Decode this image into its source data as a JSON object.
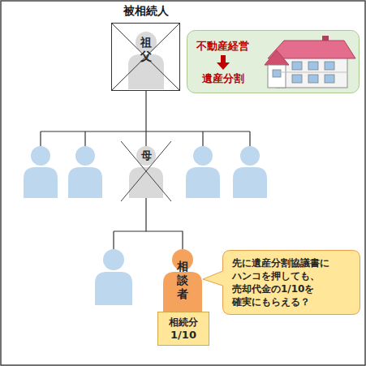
{
  "diagram": {
    "nodes": [
      {
        "text": [
          "被相続人"
        ]
      },
      {
        "text": [
          "祖父"
        ],
        "in": 0
      },
      {
        "text": [
          "不動産経営",
          "遺産分割"
        ]
      },
      {
        "text": [
          "母"
        ]
      },
      {
        "text": [
          "相談者"
        ]
      },
      {
        "text": [
          "先に遺産分割協議書に ハンコを押しても、 売却代金の1/10を 確実にもらえる？"
        ]
      },
      {
        "text": [
          "相続分",
          "1/10"
        ]
      }
    ],
    "edges": [
      {
        "from": 0,
        "to": 3,
        "arrow": "none"
      },
      {
        "from": 3,
        "to": 4,
        "arrow": "none"
      }
    ]
  }
}
